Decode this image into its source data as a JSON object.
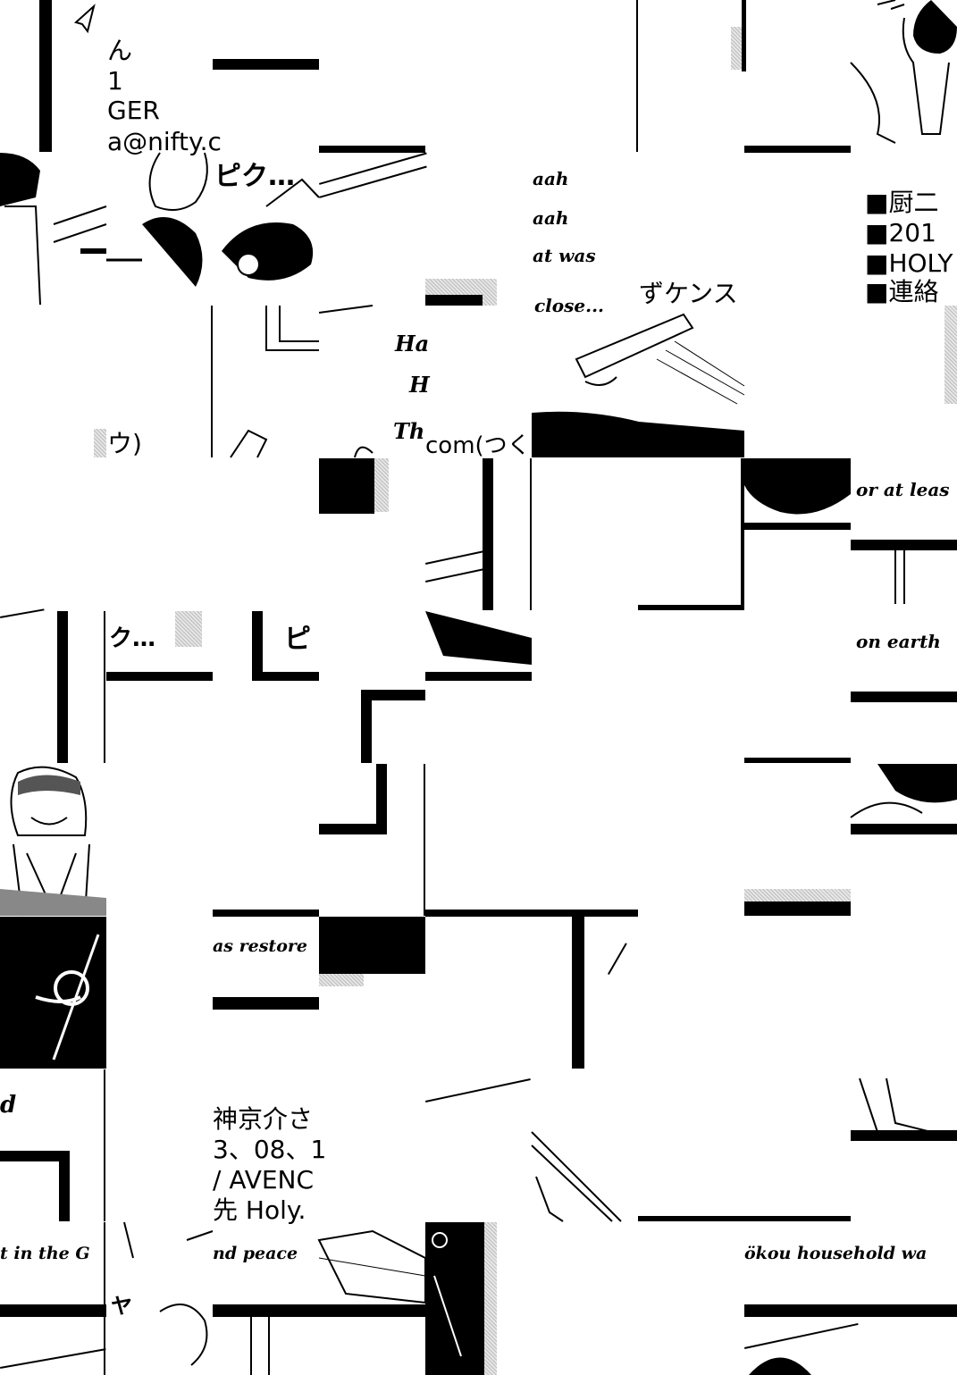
{
  "page": {
    "kind": "scrambled manga page with credits fragments"
  },
  "colors": {
    "ink": "#000000",
    "paper": "#ffffff",
    "screentone": "#bdbdbd"
  },
  "credits_left": {
    "line1": "ん",
    "line2": "1",
    "line3": "GER",
    "line4": "a@nifty.c",
    "katakana": "ウ)"
  },
  "credits_right": {
    "line1": "■厨二",
    "line2": "■201",
    "line3": "■HOLY",
    "line4": "■連絡"
  },
  "credits_middle": {
    "line1": "神京介さ",
    "line2": "3、08、1",
    "line3": "/ AVENC",
    "line4": "先 Holy."
  },
  "url_fragment": "com(つく",
  "dialogue": {
    "aah1": "aah",
    "aah2": "aah",
    "what_was": "at was",
    "close": "close...",
    "ha_h_th": [
      "Ha",
      "H",
      "Th"
    ],
    "or_at_least": "or at leas",
    "on_earth": "on earth",
    "was_restored": "as restore",
    "peace": "nd peace",
    "in_the": "t in the G",
    "d": "d",
    "household": "ökou household wa"
  },
  "sfx": {
    "zukensu": "ずケンス",
    "pikupiku1": "ピク…",
    "pikupiku2": "ク…",
    "pi": "ピ",
    "ya": "ヤ"
  }
}
